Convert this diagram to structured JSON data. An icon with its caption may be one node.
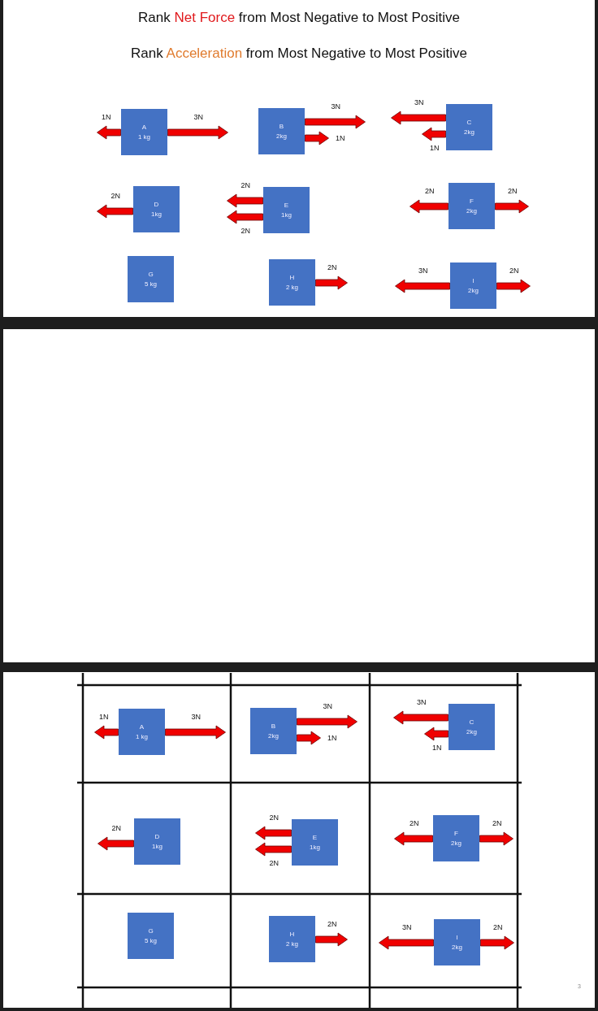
{
  "diagram": {
    "nodes": [
      {
        "text": [
          "A",
          "1 kg"
        ],
        "beside": [
          "1N",
          "3N"
        ]
      },
      {
        "text": [
          "B",
          "2kg"
        ],
        "beside": [
          "3N",
          "1N"
        ]
      },
      {
        "text": [
          "C",
          "2kg"
        ],
        "beside": [
          "3N",
          "1N"
        ]
      },
      {
        "text": [
          "D",
          "1kg"
        ],
        "beside": [
          "2N"
        ]
      },
      {
        "text": [
          "E",
          "1kg"
        ],
        "beside": [
          "2N",
          "2N"
        ]
      },
      {
        "text": [
          "F",
          "2kg"
        ],
        "beside": [
          "2N",
          "2N"
        ]
      },
      {
        "text": [
          "G",
          "5 kg"
        ]
      },
      {
        "text": [
          "H",
          "2 kg"
        ],
        "beside": [
          "2N"
        ]
      },
      {
        "text": [
          "I",
          "2kg"
        ],
        "beside": [
          "3N",
          "2N"
        ]
      },
      {
        "text": [
          "A",
          "1 kg"
        ],
        "beside": [
          "1N",
          "3N"
        ]
      },
      {
        "text": [
          "B",
          "2kg"
        ],
        "beside": [
          "3N",
          "1N"
        ]
      },
      {
        "text": [
          "C",
          "2kg"
        ],
        "beside": [
          "3N",
          "1N"
        ]
      },
      {
        "text": [
          "D",
          "1kg"
        ],
        "beside": [
          "2N"
        ]
      },
      {
        "text": [
          "E",
          "1kg"
        ],
        "beside": [
          "2N",
          "2N"
        ]
      },
      {
        "text": [
          "F",
          "2kg"
        ],
        "beside": [
          "2N",
          "2N"
        ]
      },
      {
        "text": [
          "G",
          "5 kg"
        ]
      },
      {
        "text": [
          "H",
          "2 kg"
        ],
        "beside": [
          "2N"
        ]
      },
      {
        "text": [
          "I",
          "2kg"
        ],
        "beside": [
          "3N",
          "2N"
        ]
      }
    ],
    "edges": [],
    "labels": [
      "Rank **Net Force** from Most Negative to Most Positive",
      "Rank **Acceleration** from Most Negative to Most Positive",
      "3"
    ]
  }
}
